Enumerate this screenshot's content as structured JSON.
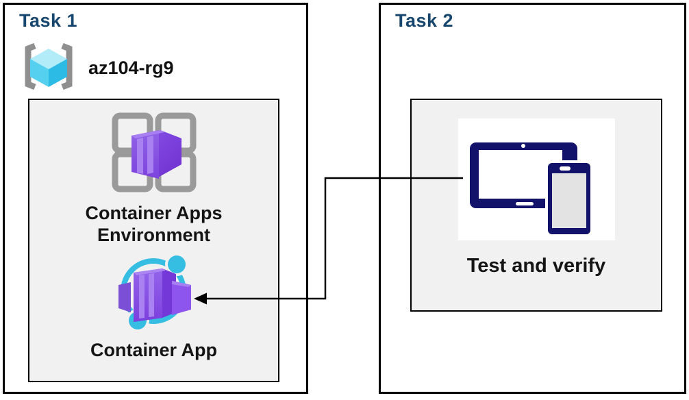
{
  "diagram": {
    "task1": {
      "title": "Task 1",
      "resource_group_name": "az104-rg9",
      "environment_label": "Container Apps Environment",
      "app_label": "Container App"
    },
    "task2": {
      "title": "Task 2",
      "verify_label": "Test and verify"
    },
    "icons": [
      "resource-group-icon",
      "container-apps-environment-icon",
      "container-app-icon",
      "devices-icon"
    ],
    "connector": {
      "from": "devices-icon",
      "to": "container-app-icon",
      "style": "elbow-arrow"
    },
    "colors": {
      "title_navy": "#17466F",
      "label_black": "#151515",
      "box_border": "#000000",
      "inner_box_fill": "#f1f1f1",
      "azure_purple": "#8655E0",
      "azure_cyan": "#35BDE2",
      "resource_cube_cyan": "#55D0EE",
      "devices_navy": "#12126B",
      "bracket_gray": "#8f8f8f",
      "grid_gray": "#9a9a9a"
    }
  }
}
